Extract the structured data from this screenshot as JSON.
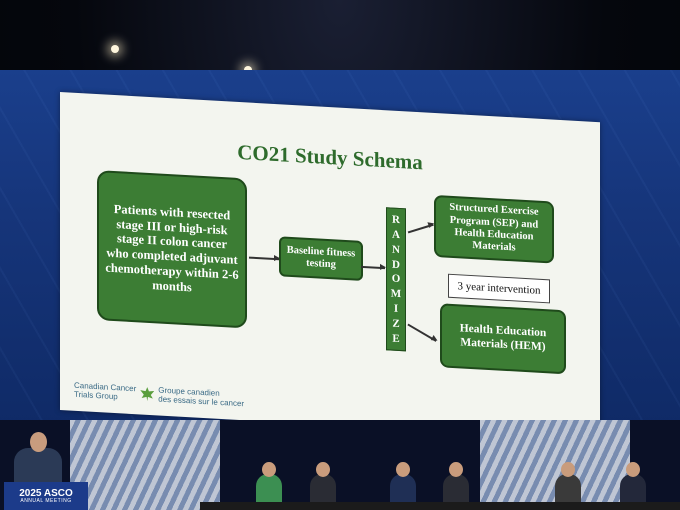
{
  "slide": {
    "title": "CO21 Study Schema",
    "patients_box": "Patients with resected stage III or high-risk stage II colon cancer who completed adjuvant chemotherapy within 2-6 months",
    "baseline_box": "Baseline fitness testing",
    "randomize_letters": [
      "R",
      "A",
      "N",
      "D",
      "O",
      "M",
      "I",
      "Z",
      "E"
    ],
    "sep_box": "Structured Exercise Program (SEP) and Health Education Materials",
    "intervention_note": "3 year intervention",
    "hem_box": "Health Education Materials (HEM)",
    "footer": {
      "org_en_line1": "Canadian Cancer",
      "org_en_line2": "Trials Group",
      "org_fr_line1": "Groupe canadien",
      "org_fr_line2": "des essais sur le cancer"
    }
  },
  "podium": {
    "logo_main": "2025 ASCO",
    "logo_sub": "ANNUAL MEETING"
  },
  "colors": {
    "box_green": "#3c7d34",
    "title_green": "#2e6b2c",
    "screen_blue": "#16357a",
    "slide_bg": "#f3f5ef"
  }
}
